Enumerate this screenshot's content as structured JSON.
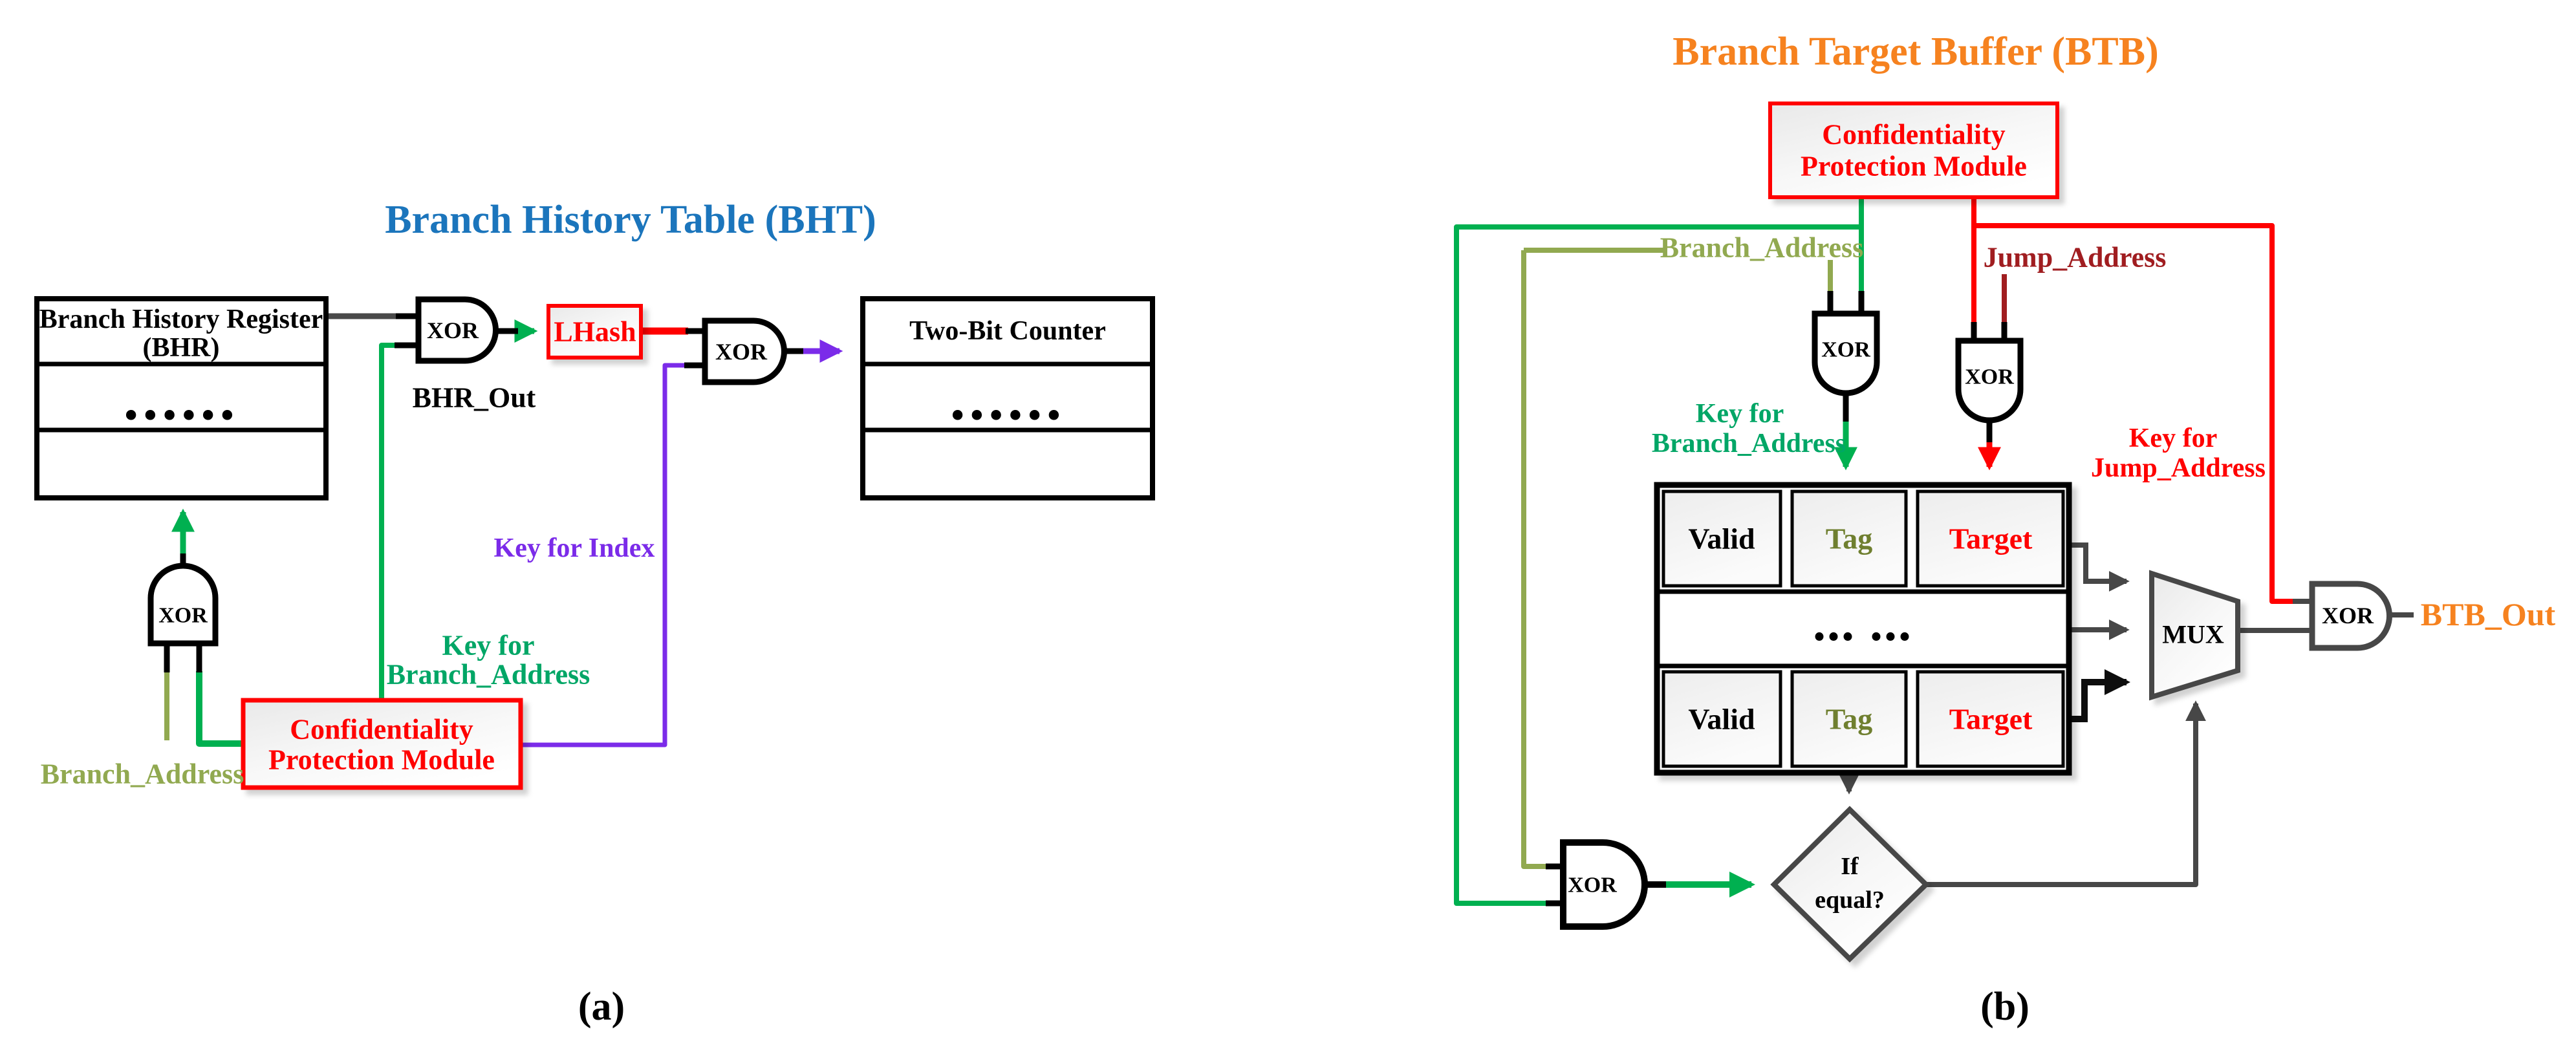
{
  "palette": {
    "blue_title": "#1B75BC",
    "orange_title": "#F6821F",
    "red": "#FF0000",
    "dark_red": "#A01D20",
    "green_wire": "#00B050",
    "green_label": "#00A666",
    "olive": "#91A950",
    "olive_dark": "#6F7F2F",
    "purple": "#7B2BE9",
    "gray_wire": "#4A4A4A",
    "gray_shape": "#474747",
    "black": "#000000"
  },
  "diagram_a": {
    "title": "Branch History Table (BHT)",
    "caption": "(a)",
    "bhr_box": {
      "line1": "Branch History Register",
      "line2": "(BHR)",
      "dots": "......"
    },
    "two_bit_box": {
      "title": "Two-Bit Counter",
      "dots": "......"
    },
    "lhash_label": "LHash",
    "cpm": {
      "line1": "Confidentiality",
      "line2": "Protection Module"
    },
    "gates": {
      "xor1": "XOR",
      "xor2": "XOR",
      "xor3": "XOR"
    },
    "labels": {
      "bhr_out": "BHR_Out",
      "key_for_index": "Key for Index",
      "key_branch_line1": "Key for",
      "key_branch_line2": "Branch_Address",
      "branch_address": "Branch_Address"
    }
  },
  "diagram_b": {
    "title": "Branch Target Buffer (BTB)",
    "caption": "(b)",
    "cpm": {
      "line1": "Confidentiality",
      "line2": "Protection Module"
    },
    "gates": {
      "xor_branch": "XOR",
      "xor_jump": "XOR",
      "xor_compare": "XOR",
      "xor_out": "XOR"
    },
    "labels": {
      "branch_address": "Branch_Address",
      "jump_address": "Jump_Address",
      "key_branch_line1": "Key for",
      "key_branch_line2": "Branch_Address",
      "key_jump_line1": "Key for",
      "key_jump_line2": "Jump_Address",
      "mux": "MUX",
      "if_line1": "If",
      "if_line2": "equal?",
      "btb_out": "BTB_Out"
    },
    "table": {
      "row1": [
        "Valid",
        "Tag",
        "Target"
      ],
      "dots": "... ...",
      "row3": [
        "Valid",
        "Tag",
        "Target"
      ]
    }
  }
}
